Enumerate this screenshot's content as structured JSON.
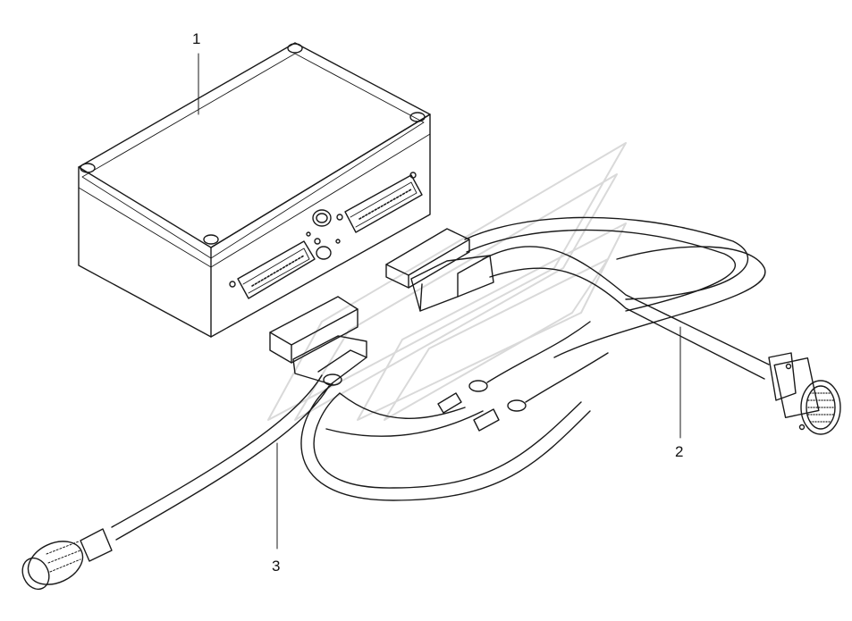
{
  "callouts": [
    {
      "id": "1",
      "label": "1"
    },
    {
      "id": "2",
      "label": "2"
    },
    {
      "id": "3",
      "label": "3"
    }
  ],
  "colors": {
    "line": "#1a1a1a",
    "background": "#ffffff",
    "watermark": "#d9d9d9"
  }
}
